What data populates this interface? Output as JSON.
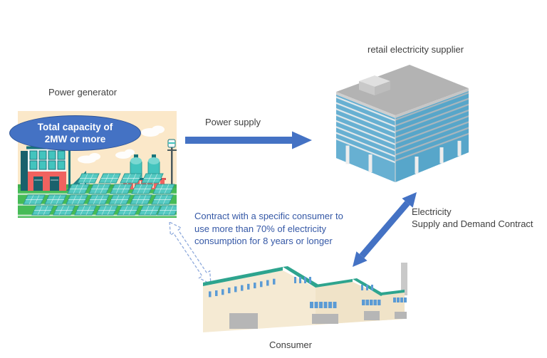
{
  "diagram": {
    "power_generator": {
      "label": "Power generator",
      "badge_line1": "Total capacity of",
      "badge_line2": "2MW or more"
    },
    "retail_supplier": {
      "label": "retail electricity supplier"
    },
    "consumer": {
      "label": "Consumer"
    },
    "power_supply_arrow": {
      "label": "Power supply"
    },
    "supply_demand_arrow": {
      "label_line1": "Electricity",
      "label_line2": "Supply and Demand Contract"
    },
    "consumer_contract": {
      "lines": [
        "Contract with a specific consumer to",
        "use more than 70% of electricity",
        "consumption for 8 years or longer"
      ]
    }
  },
  "colors": {
    "arrow": "#4472C4",
    "dashed_arrow": "#8FAADC",
    "badge_fill": "#4472C4",
    "badge_border": "#2F5597",
    "contract_text": "#3558A6",
    "label_text": "#3F3F3F",
    "generator_sky": "#FBE8C9",
    "generator_grass": "#46BB56",
    "solar_panel": "#54C9C1",
    "building_blue_left": "#67B0D2",
    "building_blue_right": "#57A6CA",
    "building_roof": "#B3B3B3",
    "factory_wall": "#F5EAD3",
    "factory_roof_trim": "#2EA48E",
    "factory_window": "#5B9BD5"
  }
}
